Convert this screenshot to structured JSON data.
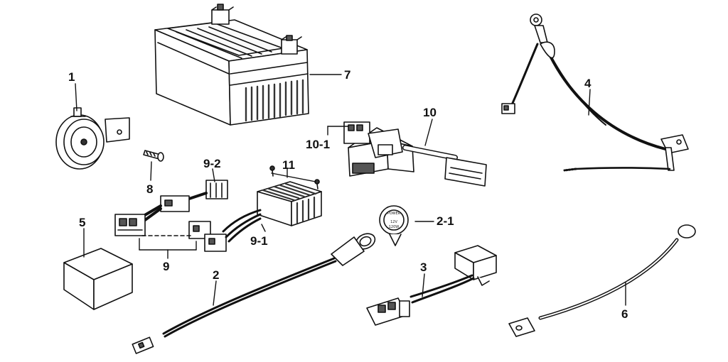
{
  "labels": {
    "p1": "1",
    "p2": "2",
    "p2_1": "2-1",
    "p3": "3",
    "p4": "4",
    "p5": "5",
    "p6": "6",
    "p7": "7",
    "p8": "8",
    "p9": "9",
    "p9_1": "9-1",
    "p9_2": "9-2",
    "p10": "10",
    "p10_1": "10-1",
    "p11": "11"
  },
  "socket_cap": {
    "line1": "POWER",
    "line2": "12V",
    "line3": "120W"
  },
  "colors": {
    "stroke": "#111111",
    "shade": "#555555",
    "fill": "#ffffff"
  }
}
